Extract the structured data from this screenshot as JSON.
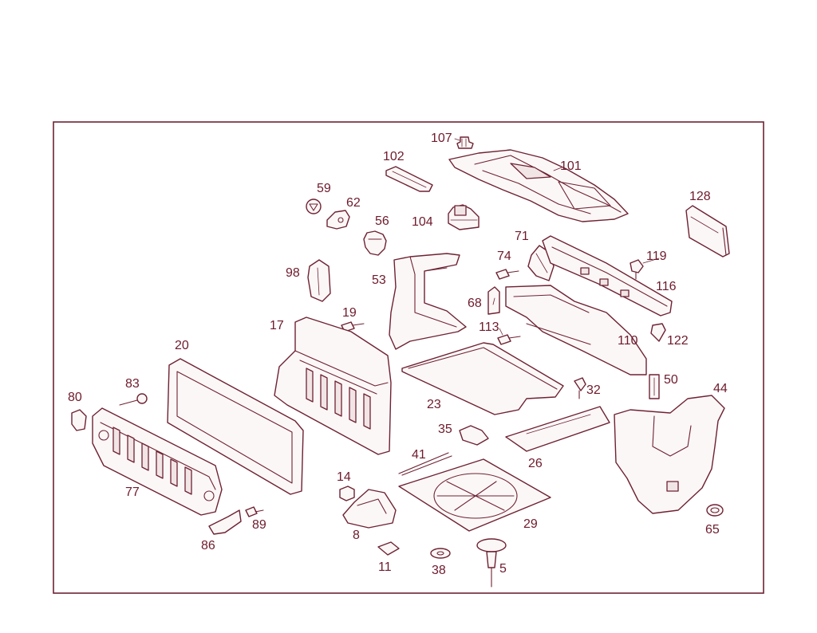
{
  "diagram": {
    "stroke_color": "#6e2233",
    "label_color": "#6e1a2c",
    "background": "#ffffff",
    "callouts": [
      "107",
      "102",
      "101",
      "59",
      "62",
      "56",
      "104",
      "128",
      "71",
      "74",
      "119",
      "98",
      "53",
      "116",
      "68",
      "19",
      "17",
      "113",
      "110",
      "122",
      "20",
      "23",
      "32",
      "50",
      "44",
      "83",
      "80",
      "35",
      "41",
      "26",
      "77",
      "14",
      "89",
      "29",
      "86",
      "8",
      "65",
      "11",
      "38",
      "5"
    ]
  }
}
